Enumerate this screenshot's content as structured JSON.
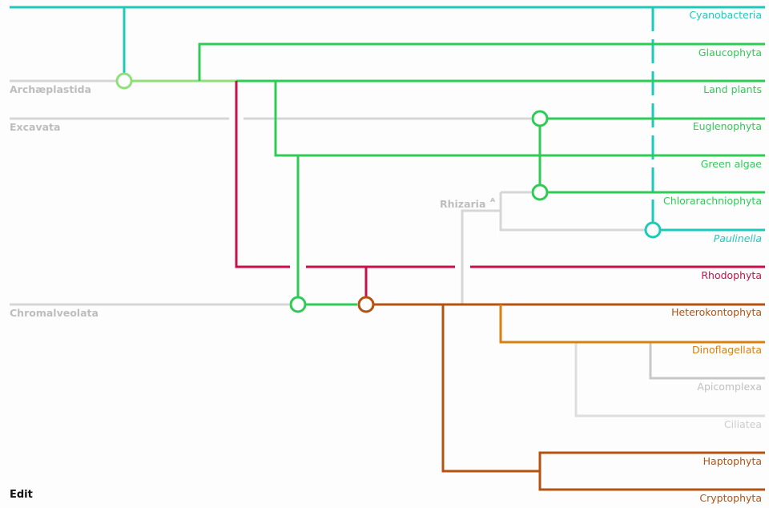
{
  "colors": {
    "cyan": "#1ccabb",
    "green": "#2ecc55",
    "light_green": "#8fe07a",
    "crimson": "#c8104a",
    "brown": "#b5520f",
    "orange": "#d9800f",
    "gray": "#d6d6d6",
    "gray_dark": "#c6c6c6",
    "text_gray": "#bdbdbd"
  },
  "taxa": {
    "cyanobacteria": "Cyanobacteria",
    "glaucophyta": "Glaucophyta",
    "land_plants": "Land plants",
    "euglenophyta": "Euglenophyta",
    "green_algae": "Green algae",
    "chlorarachniophyta": "Chlorarachniophyta",
    "paulinella": "Paulinella",
    "rhodophyta": "Rhodophyta",
    "heterokontophyta": "Heterokontophyta",
    "dinoflagellata": "Dinoflagellata",
    "apicomplexa": "Apicomplexa",
    "ciliatea": "Ciliatea",
    "haptophyta": "Haptophyta",
    "cryptophyta": "Cryptophyta"
  },
  "groups": {
    "archaeplastida": "Archæplastida",
    "excavata": "Excavata",
    "rhizaria": "Rhizaria",
    "rhizaria_mark": "ᴬ",
    "chromalveolata": "Chromalveolata"
  },
  "edit_label": "Edit"
}
